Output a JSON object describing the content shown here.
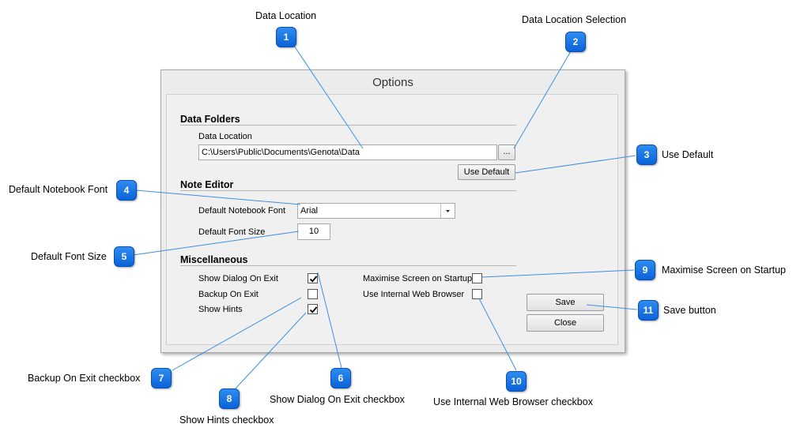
{
  "dialog": {
    "title": "Options",
    "data_folders": {
      "heading": "Data Folders",
      "location_label": "Data Location",
      "location_value": "C:\\Users\\Public\\Documents\\Genota\\Data",
      "browse_label": "...",
      "use_default_label": "Use Default"
    },
    "note_editor": {
      "heading": "Note Editor",
      "font_label": "Default Notebook Font",
      "font_value": "Arial",
      "size_label": "Default Font Size",
      "size_value": "10"
    },
    "misc": {
      "heading": "Miscellaneous",
      "show_dialog_label": "Show Dialog On Exit",
      "show_dialog_checked": true,
      "backup_label": "Backup On Exit",
      "backup_checked": false,
      "hints_label": "Show Hints",
      "hints_checked": true,
      "maximise_label": "Maximise Screen on Startup",
      "maximise_checked": false,
      "web_browser_label": "Use Internal Web Browser",
      "web_browser_checked": false
    },
    "save_label": "Save",
    "close_label": "Close"
  },
  "callouts": [
    {
      "num": "1",
      "label": "Data Location"
    },
    {
      "num": "2",
      "label": "Data Location Selection"
    },
    {
      "num": "3",
      "label": "Use Default"
    },
    {
      "num": "4",
      "label": "Default Notebook Font"
    },
    {
      "num": "5",
      "label": "Default Font Size"
    },
    {
      "num": "6",
      "label": "Show Dialog On Exit checkbox"
    },
    {
      "num": "7",
      "label": "Backup On Exit checkbox"
    },
    {
      "num": "8",
      "label": "Show Hints checkbox"
    },
    {
      "num": "9",
      "label": "Maximise Screen on Startup"
    },
    {
      "num": "10",
      "label": "Use Internal Web Browser checkbox"
    },
    {
      "num": "11",
      "label": "Save button"
    }
  ],
  "colors": {
    "badge": "#1a73e8",
    "leader_line": "#3d8fe0"
  }
}
